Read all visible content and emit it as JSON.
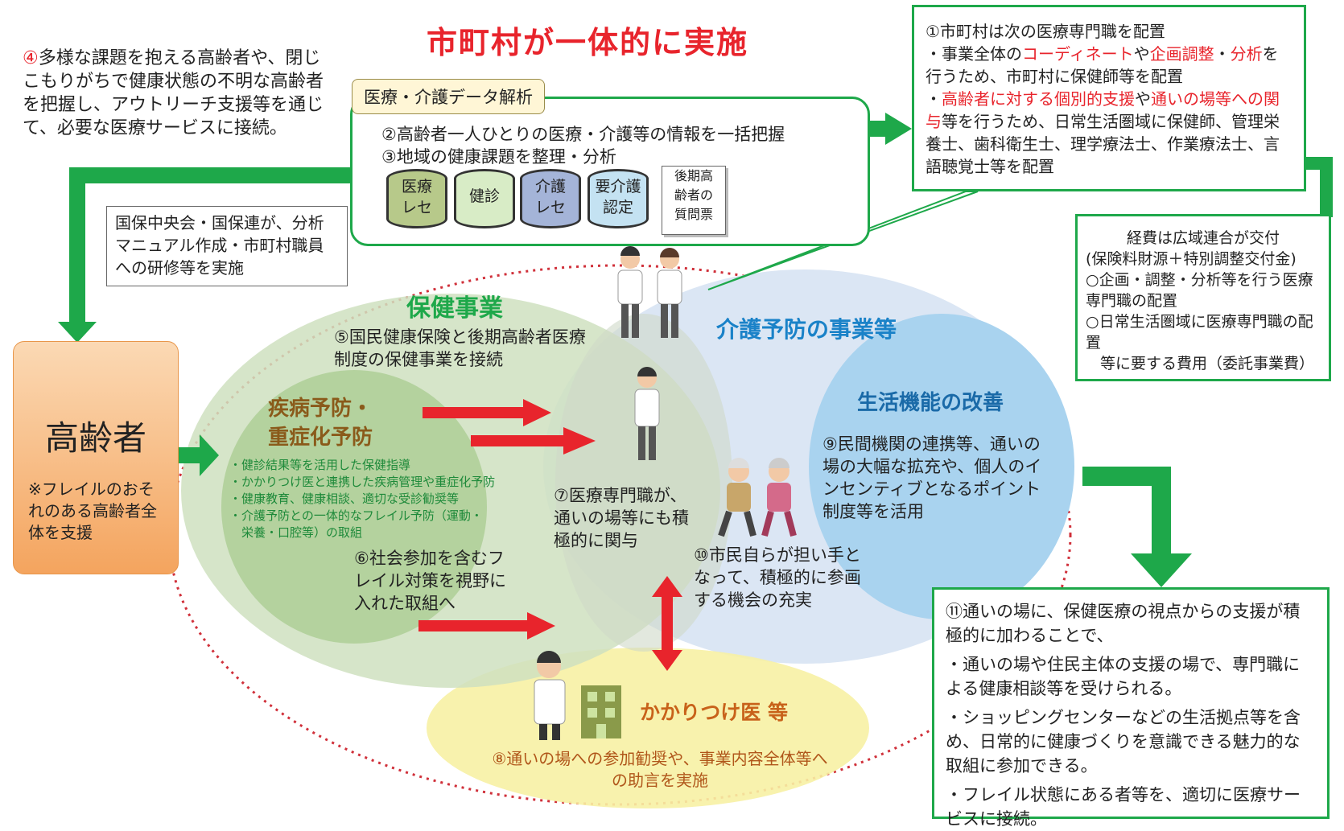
{
  "title": "市町村が一体的に実施",
  "note4": {
    "num": "④",
    "text": "多様な課題を抱える高齢者や、閉じこもりがちで健康状態の不明な高齢者を把握し、アウトリーチ支援等を通じて、必要な医療サービスに接続。"
  },
  "data_box": {
    "tag": "医療・介護データ解析",
    "line2": "②高齢者一人ひとりの医療・介護等の情報を一括把握",
    "line3": "③地域の健康課題を整理・分析",
    "items": [
      "医療\nレセ",
      "健診",
      "介護\nレセ",
      "要介護\n認定",
      "後期高\n齢者の\n質問票"
    ]
  },
  "kokuho": "国保中央会・国保連が、分析マニュアル作成・市町村職員への研修等を実施",
  "box1": {
    "head": "①市町村は次の医療専門職を配置",
    "b1_pre": "・事業全体の",
    "b1_red1": "コーディネート",
    "b1_mid": "や",
    "b1_red2": "企画調整",
    "b1_mid2": "・",
    "b1_red3": "分析",
    "b1_post": "を行うため、市町村に保健師等を配置",
    "b2_pre": "・",
    "b2_red1": "高齢者に対する個別的支援",
    "b2_mid": "や",
    "b2_red2": "通いの場等への関与",
    "b2_post": "等を行うため、日常生活圏域に保健師、管理栄養士、歯科衛生士、理学療法士、作業療法士、言語聴覚士等を配置"
  },
  "fund": {
    "head1": "経費は広域連合が交付",
    "head2": "(保険料財源＋特別調整交付金)",
    "i1": "○企画・調整・分析等を行う医療専門職の配置",
    "i2": "○日常生活圏域に医療専門職の配置",
    "tail": "等に要する費用（委託事業費）"
  },
  "elder": {
    "title": "高齢者",
    "note": "※フレイルのおそれのある高齢者全体を支援"
  },
  "hoken": {
    "title": "保健事業",
    "item5": "⑤国民健康保険と後期高齢者医療制度の保健事業を接続",
    "sub_title": "疾病予防・\n重症化予防",
    "bullets": [
      "・健診結果等を活用した保健指導",
      "・かかりつけ医と連携した疾病管理や重症化予防",
      "・健康教育、健康相談、適切な受診勧奨等",
      "・介護予防との一体的なフレイル予防（運動・",
      "　栄養・口腔等）の取組"
    ],
    "item6": "⑥社会参加を含むフレイル対策を視野に入れた取組へ"
  },
  "item7": "⑦医療専門職が、通いの場等にも積極的に関与",
  "kaigo": {
    "title": "介護予防の事業等",
    "sub_title": "生活機能の改善",
    "item9": "⑨民間機関の連携等、通いの場の大幅な拡充や、個人のインセンティブとなるポイント制度等を活用",
    "item10": "⑩市民自らが担い手となって、積極的に参画する機会の充実"
  },
  "doctor": {
    "title": "かかりつけ医 等",
    "item8": "⑧通いの場への参加勧奨や、事業内容全体等への助言を実施"
  },
  "box11": {
    "head": "⑪通いの場に、保健医療の視点からの支援が積極的に加わることで、",
    "b1": "・通いの場や住民主体の支援の場で、専門職による健康相談等を受けられる。",
    "b2": "・ショッピングセンターなどの生活拠点等を含め、日常的に健康づくりを意識できる魅力的な取組に参加できる。",
    "b3": "・フレイル状態にある者等を、適切に医療サービスに接続。"
  },
  "colors": {
    "accent_red": "#e8242c",
    "green": "#1ea84a",
    "blue": "#1a82c8",
    "orange": "#c8621a"
  }
}
